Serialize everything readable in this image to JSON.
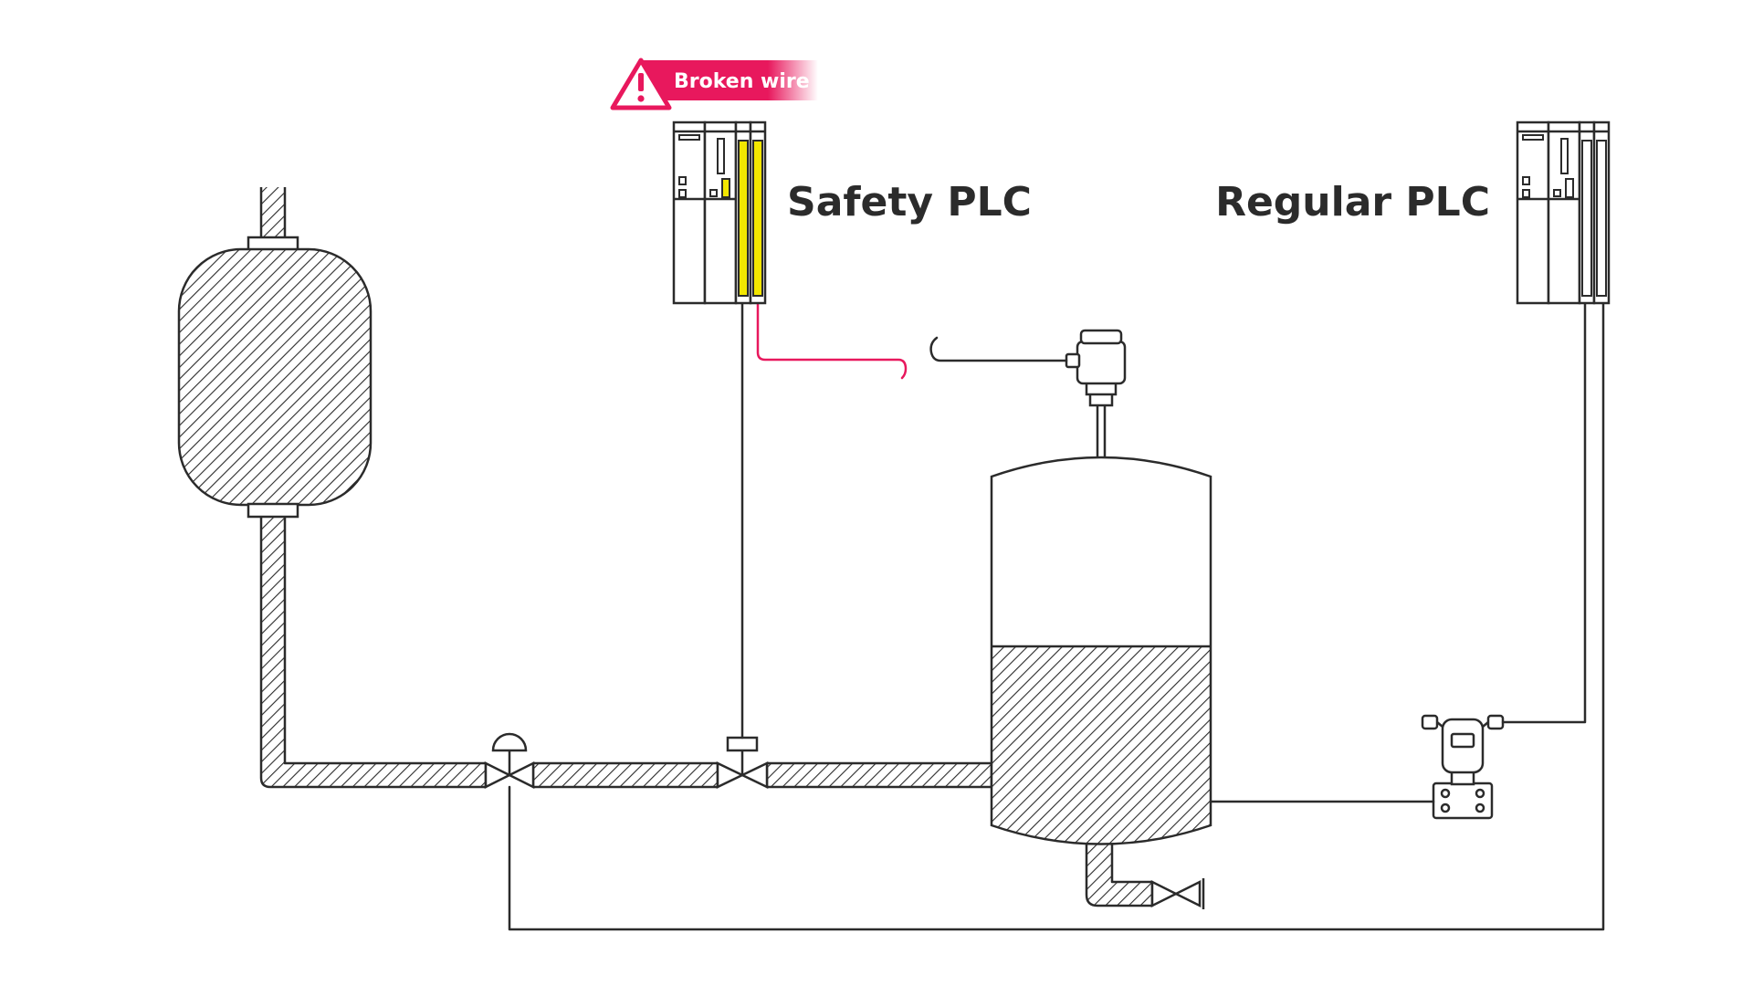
{
  "labels": {
    "safety_plc": "Safety PLC",
    "regular_plc": "Regular PLC"
  },
  "alert": {
    "text": "Broken wire",
    "icon": "warning-triangle-icon",
    "status": "fault"
  },
  "colors": {
    "line": "#2b2b2b",
    "alert": "#e8185d",
    "safety_module": "#f2e600",
    "background": "#ffffff"
  },
  "components": {
    "tanks": [
      "pressure-vessel",
      "process-tank"
    ],
    "valves": [
      "control-valve",
      "safety-shutoff-valve",
      "drain-valve"
    ],
    "instruments": [
      "level-sensor",
      "pressure-transmitter"
    ],
    "controllers": [
      "safety-plc",
      "regular-plc"
    ]
  }
}
